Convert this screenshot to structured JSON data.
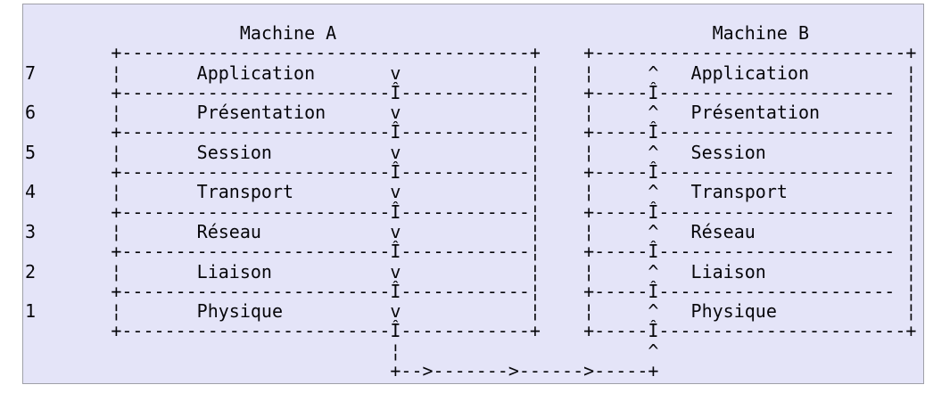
{
  "colors": {
    "page_background": "#ffffff",
    "panel_background": "#e4e4f8",
    "panel_border": "#9fa0a8",
    "text": "#06060a"
  },
  "diagram": {
    "machine_a_title": "Machine A",
    "machine_b_title": "Machine B",
    "layer_numbers": [
      "7",
      "6",
      "5",
      "4",
      "3",
      "2",
      "1"
    ],
    "layers": [
      "Application",
      "Présentation",
      "Session",
      "Transport",
      "Réseau",
      "Liaison",
      "Physique"
    ],
    "down_arrow_marker": "v",
    "up_arrow_marker": "^",
    "interface_marker": "Î",
    "bottom_link_line": "+-->------->------>-----+",
    "ascii_lines": [
      "                    Machine A                                   Machine B",
      "        +--------------------------------------+    +-----------------------------+",
      "7       ¦       Application       v            ¦    ¦     ^   Application         ¦",
      "        +-------------------------Î------------¦    +-----Î---------------------- ¦",
      "6       ¦       Présentation      v            ¦    ¦     ^   Présentation        ¦",
      "        +-------------------------Î------------¦    +-----Î---------------------- ¦",
      "5       ¦       Session           v            ¦    ¦     ^   Session             ¦",
      "        +-------------------------Î------------¦    +-----Î---------------------- ¦",
      "4       ¦       Transport         v            ¦    ¦     ^   Transport           ¦",
      "        +-------------------------Î------------¦    +-----Î---------------------- ¦",
      "3       ¦       Réseau            v            ¦    ¦     ^   Réseau              ¦",
      "        +-------------------------Î------------¦    +-----Î---------------------- ¦",
      "2       ¦       Liaison           v            ¦    ¦     ^   Liaison             ¦",
      "        +-------------------------Î------------¦    +-----Î---------------------- ¦",
      "1       ¦       Physique          v            ¦    ¦     ^   Physique            ¦",
      "        +-------------------------Î------------+    +-----Î-----------------------+",
      "                                  ¦                       ^",
      "                                  +-->------->------>-----+"
    ]
  }
}
